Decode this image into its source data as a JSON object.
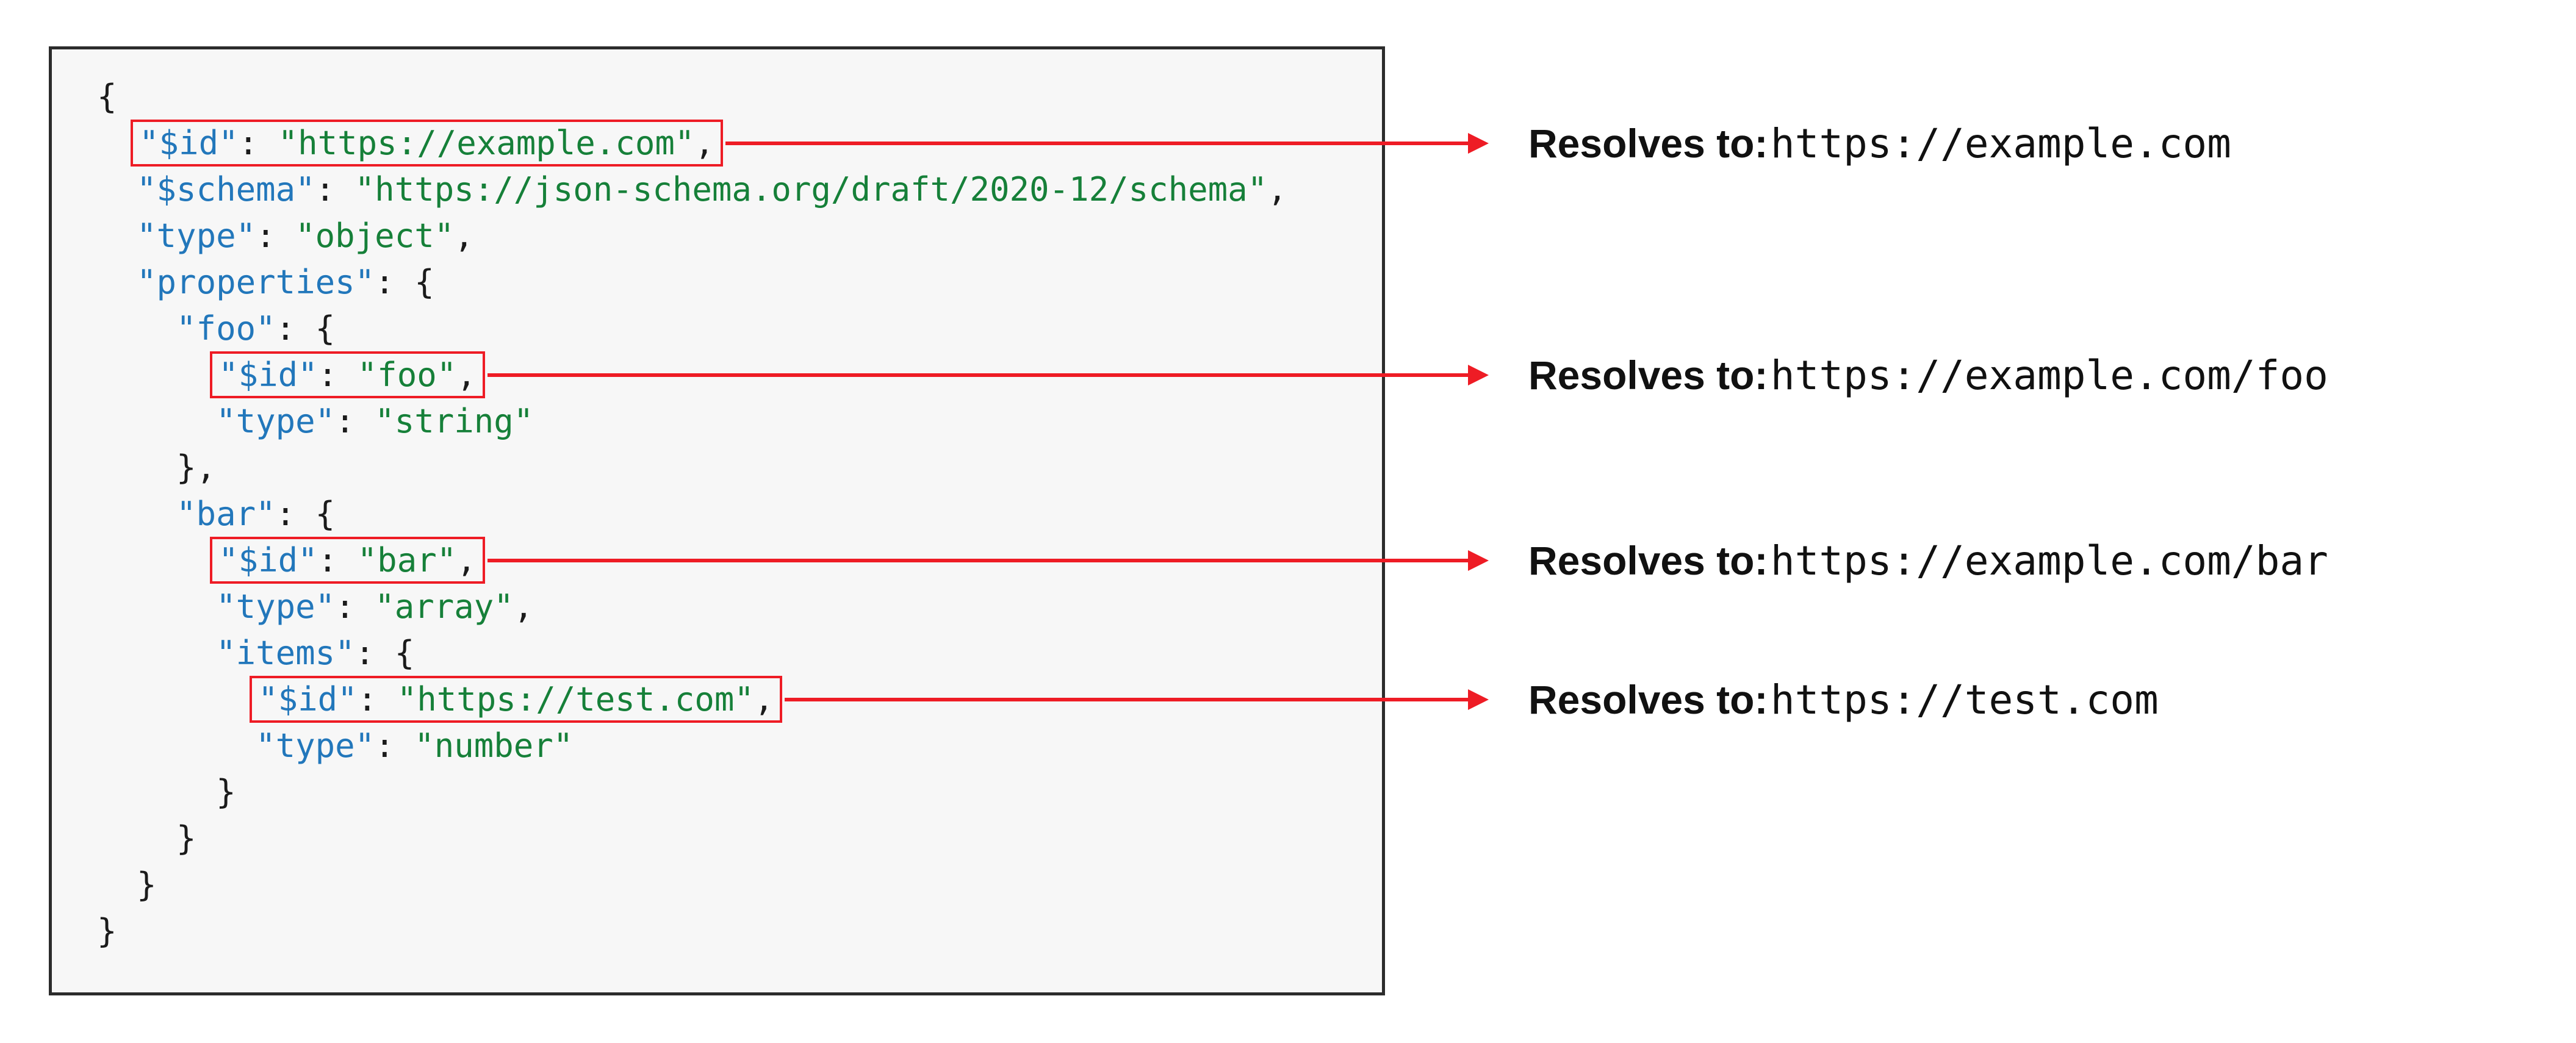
{
  "colors": {
    "key": "#2277bb",
    "string": "#168039",
    "plain": "#1b1b1b",
    "red": "#ee1c25",
    "code_bg": "#f7f7f7",
    "code_border": "#2c2c2c",
    "page_bg": "#ffffff",
    "annotation_text": "#111111"
  },
  "code_block": {
    "language": "json",
    "lines": [
      {
        "indent": "",
        "tokens": [
          {
            "t": "{",
            "c": "plain"
          }
        ]
      },
      {
        "indent": "  ",
        "highlight": true,
        "tokens": [
          {
            "t": "\"$id\"",
            "c": "key"
          },
          {
            "t": ": ",
            "c": "plain"
          },
          {
            "t": "\"https://example.com\"",
            "c": "string"
          },
          {
            "t": ",",
            "c": "plain"
          }
        ]
      },
      {
        "indent": "  ",
        "tokens": [
          {
            "t": "\"$schema\"",
            "c": "key"
          },
          {
            "t": ": ",
            "c": "plain"
          },
          {
            "t": "\"https://json-schema.org/draft/2020-12/schema\"",
            "c": "string"
          },
          {
            "t": ",",
            "c": "plain"
          }
        ]
      },
      {
        "indent": "  ",
        "tokens": [
          {
            "t": "\"type\"",
            "c": "key"
          },
          {
            "t": ": ",
            "c": "plain"
          },
          {
            "t": "\"object\"",
            "c": "string"
          },
          {
            "t": ",",
            "c": "plain"
          }
        ]
      },
      {
        "indent": "  ",
        "tokens": [
          {
            "t": "\"properties\"",
            "c": "key"
          },
          {
            "t": ": ",
            "c": "plain"
          },
          {
            "t": "{",
            "c": "plain"
          }
        ]
      },
      {
        "indent": "    ",
        "tokens": [
          {
            "t": "\"foo\"",
            "c": "key"
          },
          {
            "t": ": ",
            "c": "plain"
          },
          {
            "t": "{",
            "c": "plain"
          }
        ]
      },
      {
        "indent": "      ",
        "highlight": true,
        "tokens": [
          {
            "t": "\"$id\"",
            "c": "key"
          },
          {
            "t": ": ",
            "c": "plain"
          },
          {
            "t": "\"foo\"",
            "c": "string"
          },
          {
            "t": ",",
            "c": "plain"
          }
        ]
      },
      {
        "indent": "      ",
        "tokens": [
          {
            "t": "\"type\"",
            "c": "key"
          },
          {
            "t": ": ",
            "c": "plain"
          },
          {
            "t": "\"string\"",
            "c": "string"
          }
        ]
      },
      {
        "indent": "    ",
        "tokens": [
          {
            "t": "},",
            "c": "plain"
          }
        ]
      },
      {
        "indent": "    ",
        "tokens": [
          {
            "t": "\"bar\"",
            "c": "key"
          },
          {
            "t": ": ",
            "c": "plain"
          },
          {
            "t": "{",
            "c": "plain"
          }
        ]
      },
      {
        "indent": "      ",
        "highlight": true,
        "tokens": [
          {
            "t": "\"$id\"",
            "c": "key"
          },
          {
            "t": ": ",
            "c": "plain"
          },
          {
            "t": "\"bar\"",
            "c": "string"
          },
          {
            "t": ",",
            "c": "plain"
          }
        ]
      },
      {
        "indent": "      ",
        "tokens": [
          {
            "t": "\"type\"",
            "c": "key"
          },
          {
            "t": ": ",
            "c": "plain"
          },
          {
            "t": "\"array\"",
            "c": "string"
          },
          {
            "t": ",",
            "c": "plain"
          }
        ]
      },
      {
        "indent": "      ",
        "tokens": [
          {
            "t": "\"items\"",
            "c": "key"
          },
          {
            "t": ": ",
            "c": "plain"
          },
          {
            "t": "{",
            "c": "plain"
          }
        ]
      },
      {
        "indent": "        ",
        "highlight": true,
        "tokens": [
          {
            "t": "\"$id\"",
            "c": "key"
          },
          {
            "t": ": ",
            "c": "plain"
          },
          {
            "t": "\"https://test.com\"",
            "c": "string"
          },
          {
            "t": ",",
            "c": "plain"
          }
        ]
      },
      {
        "indent": "        ",
        "tokens": [
          {
            "t": "\"type\"",
            "c": "key"
          },
          {
            "t": ": ",
            "c": "plain"
          },
          {
            "t": "\"number\"",
            "c": "string"
          }
        ]
      },
      {
        "indent": "      ",
        "tokens": [
          {
            "t": "}",
            "c": "plain"
          }
        ]
      },
      {
        "indent": "    ",
        "tokens": [
          {
            "t": "}",
            "c": "plain"
          }
        ]
      },
      {
        "indent": "  ",
        "tokens": [
          {
            "t": "}",
            "c": "plain"
          }
        ]
      },
      {
        "indent": "",
        "tokens": [
          {
            "t": "}",
            "c": "plain"
          }
        ]
      }
    ]
  },
  "annotations": [
    {
      "label": "Resolves to:",
      "value": "https://example.com"
    },
    {
      "label": "Resolves to:",
      "value": "https://example.com/foo"
    },
    {
      "label": "Resolves to:",
      "value": "https://example.com/bar"
    },
    {
      "label": "Resolves to:",
      "value": "https://test.com"
    }
  ]
}
